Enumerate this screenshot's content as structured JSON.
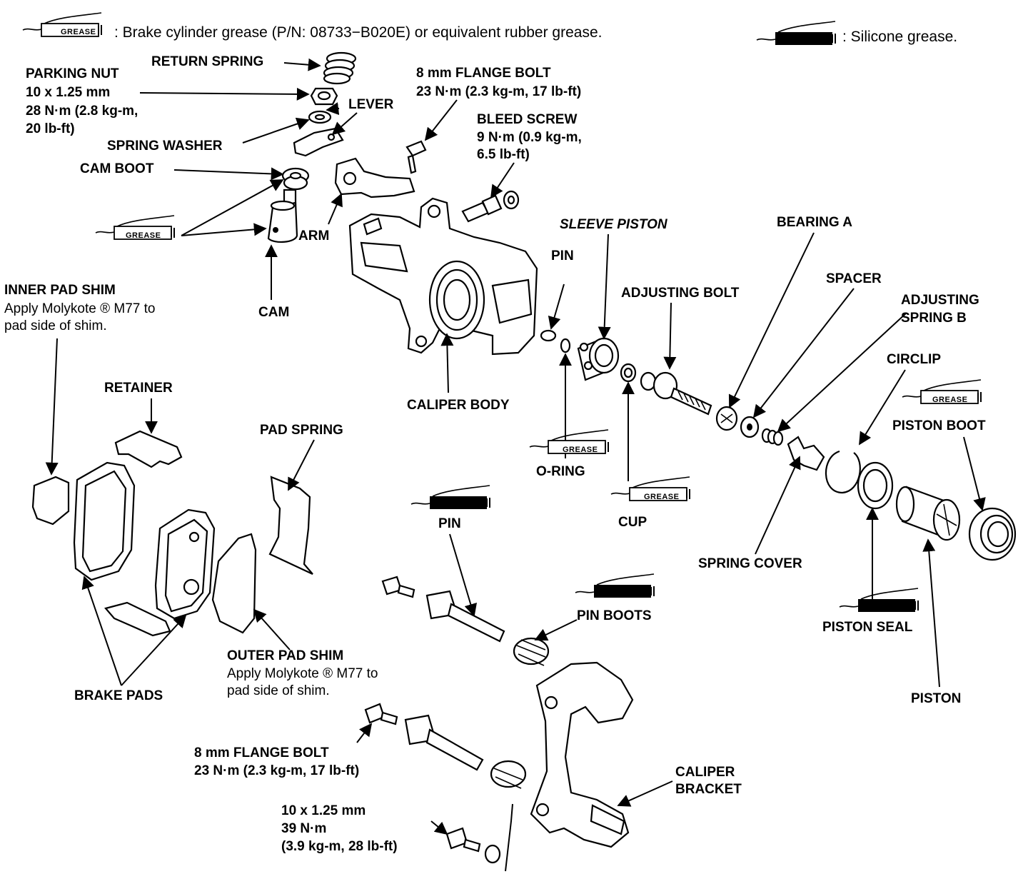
{
  "legend": {
    "brake_cylinder_grease": ": Brake cylinder grease (P/N: 08733−B020E) or equivalent rubber grease.",
    "silicone_grease": ": Silicone grease."
  },
  "grease_tag": "GREASE",
  "labels": {
    "return_spring": "RETURN SPRING",
    "parking_nut": [
      "PARKING NUT",
      "10 x 1.25 mm",
      "28 N·m (2.8 kg-m,",
      "20 lb-ft)"
    ],
    "flange_bolt_top": [
      "8 mm FLANGE BOLT",
      "23 N·m (2.3 kg-m, 17 lb-ft)"
    ],
    "lever": "LEVER",
    "bleed_screw": [
      "BLEED SCREW",
      "9 N·m (0.9 kg-m,",
      "6.5 lb-ft)"
    ],
    "spring_washer": "SPRING WASHER",
    "cam_boot": "CAM BOOT",
    "arm": "ARM",
    "cam": "CAM",
    "sleeve_piston": "SLEEVE PISTON",
    "bearing_a": "BEARING A",
    "pin_top": "PIN",
    "spacer": "SPACER",
    "adjusting_bolt": "ADJUSTING BOLT",
    "adjusting_spring_b": [
      "ADJUSTING",
      "SPRING B"
    ],
    "inner_pad_shim": [
      "INNER PAD SHIM",
      "Apply Molykote ®  M77 to",
      "pad side of shim."
    ],
    "circlip": "CIRCLIP",
    "caliper_body": "CALIPER BODY",
    "retainer": "RETAINER",
    "piston_boot": "PISTON BOOT",
    "pad_spring": "PAD SPRING",
    "o_ring": "O-RING",
    "pin_mid": "PIN",
    "cup": "CUP",
    "spring_cover": "SPRING COVER",
    "pin_boots": "PIN BOOTS",
    "piston_seal": "PISTON SEAL",
    "outer_pad_shim": [
      "OUTER PAD SHIM",
      "Apply Molykote ®  M77 to",
      "pad side of shim."
    ],
    "brake_pads": "BRAKE PADS",
    "piston": "PISTON",
    "flange_bolt_bottom": [
      "8 mm FLANGE BOLT",
      "23 N·m (2.3 kg-m, 17 lb-ft)"
    ],
    "caliper_bracket": [
      "CALIPER",
      "BRACKET"
    ],
    "bracket_bolt": [
      "10 x 1.25 mm",
      "39 N·m",
      "(3.9 kg-m, 28 lb-ft)"
    ]
  }
}
